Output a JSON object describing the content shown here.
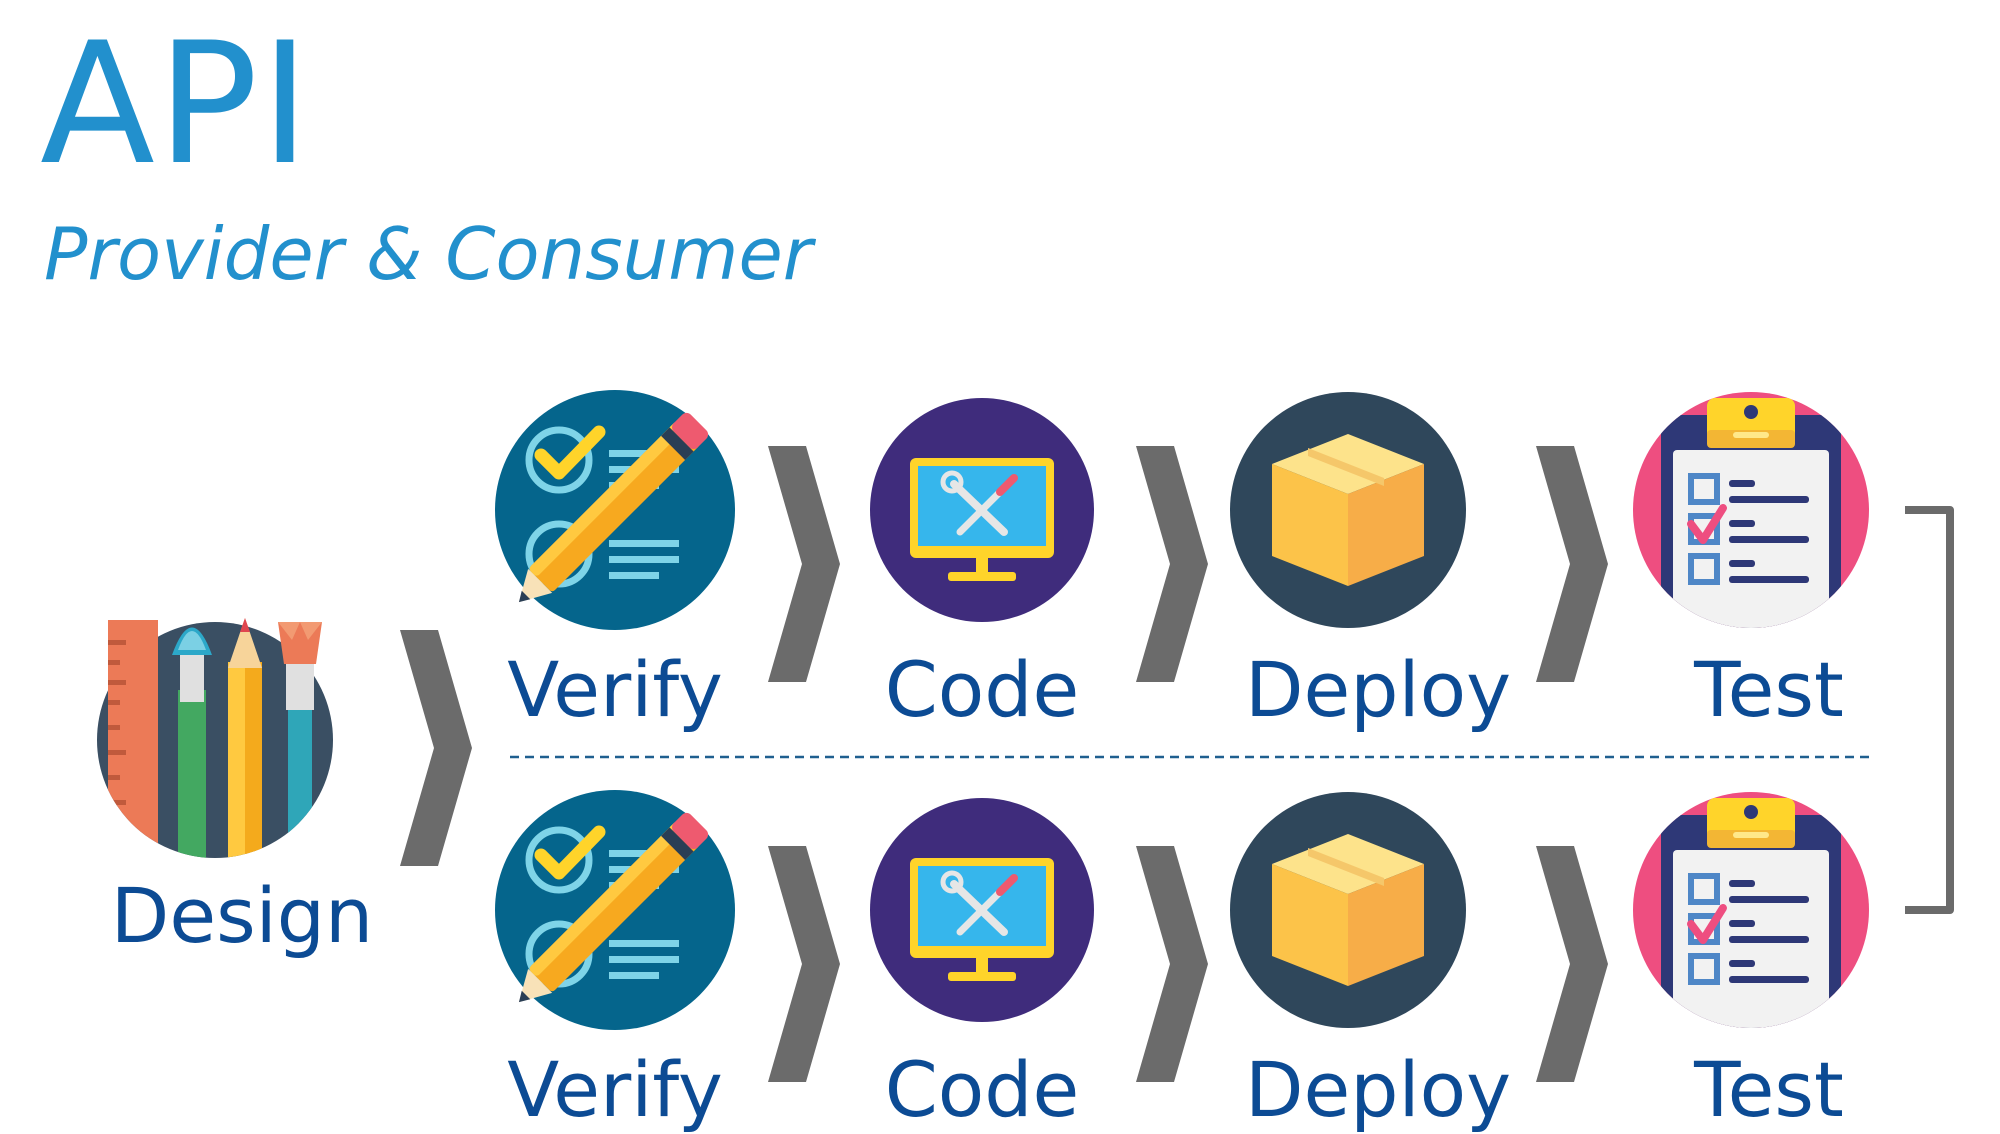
{
  "title": "API",
  "subtitle": "Provider & Consumer",
  "design": {
    "label": "Design"
  },
  "rows": [
    {
      "steps": [
        {
          "label": "Verify"
        },
        {
          "label": "Code"
        },
        {
          "label": "Deploy"
        },
        {
          "label": "Test"
        }
      ]
    },
    {
      "steps": [
        {
          "label": "Verify"
        },
        {
          "label": "Code"
        },
        {
          "label": "Deploy"
        },
        {
          "label": "Test"
        }
      ]
    }
  ],
  "colors": {
    "title": "#2290cd",
    "label": "#0c4b94",
    "arrow": "#6b6b6b",
    "divider": "#1f5f8f",
    "verify_bg": "#05658c",
    "code_bg": "#3f2c7c",
    "deploy_bg": "#2f475b",
    "test_bg": "#ee4e80"
  }
}
